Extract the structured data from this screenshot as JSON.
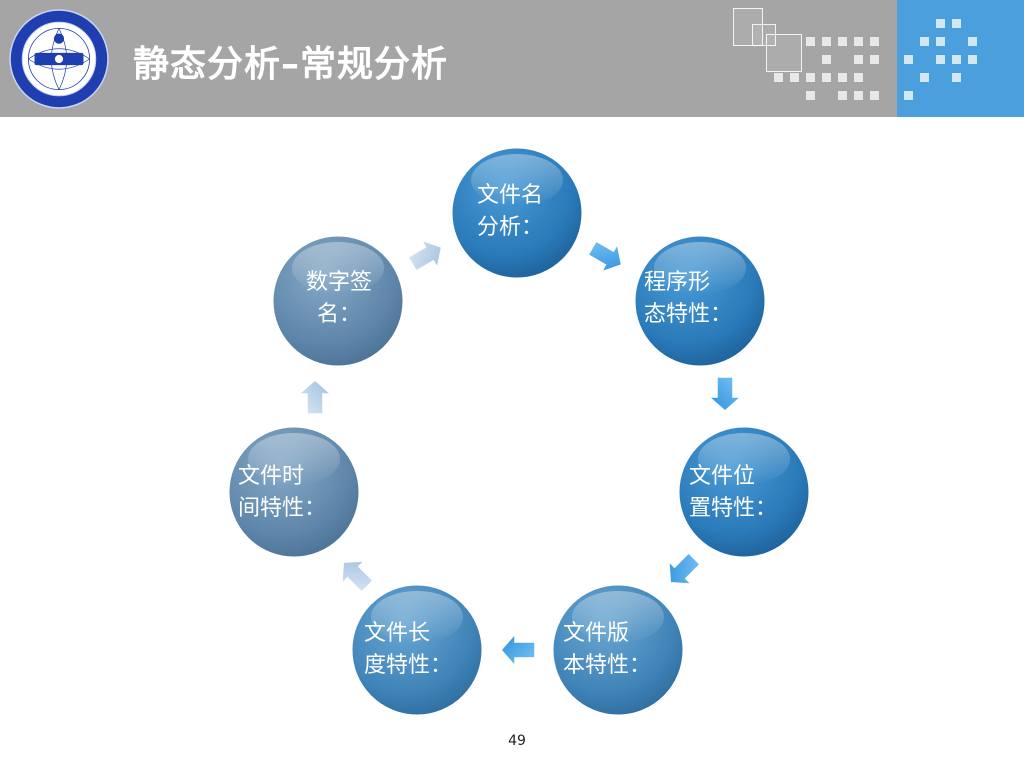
{
  "header": {
    "title": "静态分析–常规分析"
  },
  "diagram": {
    "nodes": [
      {
        "id": "filename",
        "line1": "文件名",
        "line2": "分析："
      },
      {
        "id": "program-form",
        "line1": "程序形",
        "line2": "态特性："
      },
      {
        "id": "file-location",
        "line1": "文件位",
        "line2": "置特性："
      },
      {
        "id": "file-version",
        "line1": "文件版",
        "line2": "本特性："
      },
      {
        "id": "file-length",
        "line1": "文件长",
        "line2": "度特性："
      },
      {
        "id": "file-time",
        "line1": "文件时",
        "line2": "间特性："
      },
      {
        "id": "digital-signature",
        "line1": "数字签",
        "line2": "名："
      }
    ]
  },
  "footer": {
    "page_number": "49"
  },
  "colors": {
    "header_gray": "#a5a5a5",
    "header_accent": "#4a9fdc",
    "node_blue": "#2a7fbf",
    "node_slate": "#6a8fae",
    "arrow_blue": "#3d9be0",
    "arrow_light": "#a9c6e0"
  }
}
